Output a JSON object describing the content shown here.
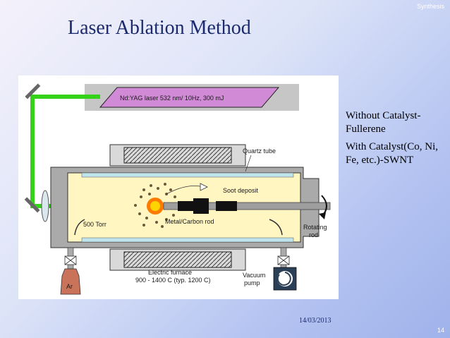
{
  "slide": {
    "header_tag": "Synthesis",
    "title": "Laser Ablation Method",
    "date": "14/03/2013",
    "page_number": "14"
  },
  "side_text": {
    "without": "Without Catalyst-Fullerene",
    "with": "With Catalyst(Co, Ni, Fe, etc.)-SWNT"
  },
  "diagram": {
    "laser_label": "Nd:YAG laser   532 nm/ 10Hz, 300 mJ",
    "quartz_tube": "Quartz tube",
    "soot_deposit": "Soot deposit",
    "pressure": "500 Torr",
    "rod": "Metal/Carbon rod",
    "rotating_1": "Rotating",
    "rotating_2": "rod",
    "furnace_1": "Electric furnace",
    "furnace_2": "900 - 1400 C (typ. 1200 C)",
    "vacuum_1": "Vacuum",
    "vacuum_2": "pump",
    "gas": "Ar",
    "colors": {
      "laser_beam": "#35d21a",
      "tube_fill": "#fff6c2",
      "furnace_fill": "#d9d9d9",
      "laser_box": "#d18ad6",
      "bottle": "#c8735a"
    }
  }
}
